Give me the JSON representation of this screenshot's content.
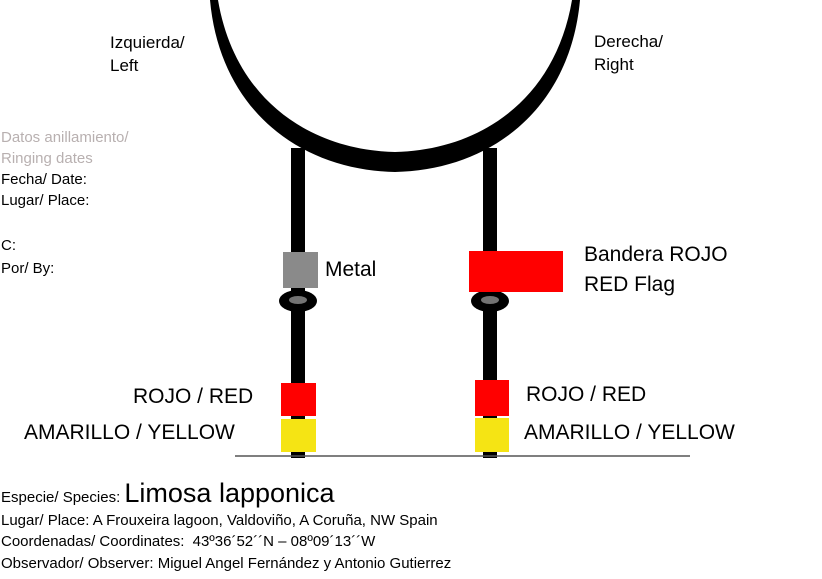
{
  "labels": {
    "left_es": "Izquierda/",
    "left_en": "Left",
    "right_es": "Derecha/",
    "right_en": "Right"
  },
  "ringing": {
    "heading_es": "Datos anillamiento/",
    "heading_en": "Ringing dates",
    "date_label": "Fecha/ Date:",
    "place_label": "Lugar/ Place:",
    "c_label": "C:",
    "by_label": "Por/ By:"
  },
  "rings": {
    "left_tibia": "Metal",
    "right_tibia_line1": "Bandera ROJO",
    "right_tibia_line2": "RED Flag",
    "left_upper": "ROJO / RED",
    "left_lower": "AMARILLO / YELLOW",
    "right_upper": "ROJO / RED",
    "right_lower": "AMARILLO / YELLOW"
  },
  "colors": {
    "metal": "#8a8a8a",
    "red": "#ff0000",
    "yellow": "#f5e414",
    "leg": "#000000",
    "grey_text": "#b8b0b0"
  },
  "info": {
    "species_label": "Especie/ Species:",
    "species_value": "Limosa lapponica",
    "place_label": "Lugar/ Place:",
    "place_value": "A Frouxeira lagoon, Valdoviño, A Coruña, NW Spain",
    "coords_label": "Coordenadas/ Coordinates:",
    "coords_value": "43º36´52´´N – 08º09´13´´W",
    "observer_label": "Observador/ Observer",
    "observer_value": ": Miguel Angel Fernández y Antonio Gutierrez"
  }
}
